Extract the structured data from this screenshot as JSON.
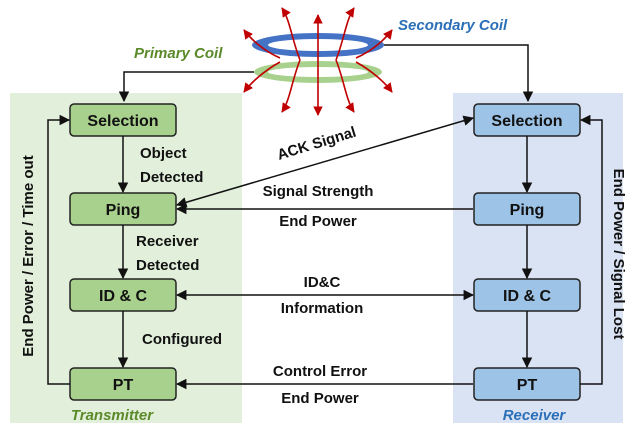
{
  "coils": {
    "primary_label": "Primary Coil",
    "secondary_label": "Secondary Coil"
  },
  "transmitter": {
    "title": "Transmitter",
    "states": [
      "Selection",
      "Ping",
      "ID & C",
      "PT"
    ],
    "transitions": [
      "Object Detected",
      "Receiver Detected",
      "Configured"
    ],
    "loop_label": "End Power / Error / Time out"
  },
  "receiver": {
    "title": "Receiver",
    "states": [
      "Selection",
      "Ping",
      "ID & C",
      "PT"
    ],
    "loop_label": "End Power / Signal Lost"
  },
  "messages": {
    "ack": "ACK Signal",
    "ping_line1": "Signal Strength",
    "ping_line2": "End Power",
    "idc_line1": "ID&C",
    "idc_line2": "Information",
    "pt_line1": "Control Error",
    "pt_line2": "End Power"
  },
  "colors": {
    "tx_panel": "#e2efda",
    "tx_box": "#a9d18e",
    "rx_panel": "#dae3f3",
    "rx_box": "#9dc3e6",
    "primary_coil": "#a9d18e",
    "secondary_coil": "#4472c4",
    "field_lines": "#c00000"
  }
}
